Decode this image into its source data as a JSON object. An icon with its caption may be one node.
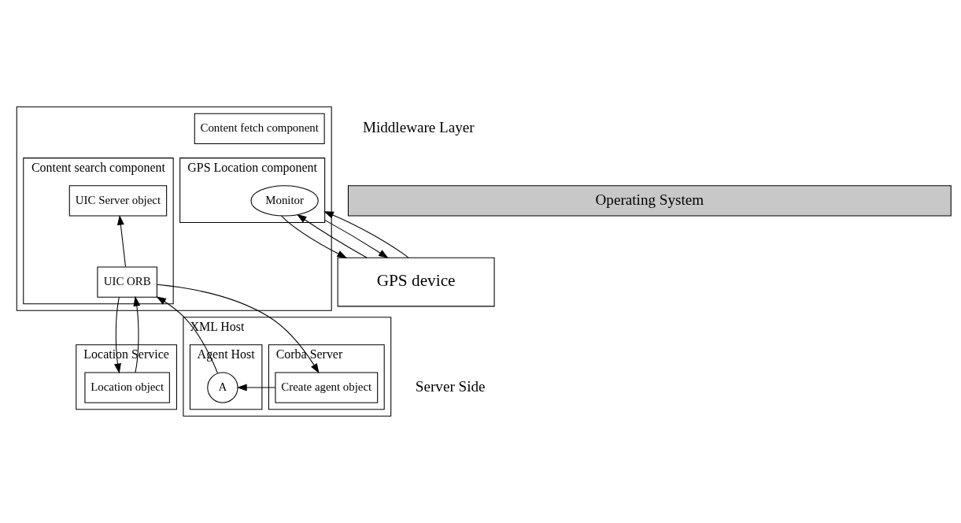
{
  "diagram": {
    "nodes": [
      {
        "text": [],
        "shape": "box"
      },
      {
        "text": [
          "GPS Location component"
        ],
        "in": 0
      },
      {
        "text": [
          "Monitor"
        ],
        "in": 1
      },
      {
        "text": [
          "Content search component"
        ],
        "in": 0
      },
      {
        "text": [
          "UIC Server object"
        ],
        "in": 3
      },
      {
        "text": [
          "UIC ORB"
        ],
        "in": 3
      },
      {
        "text": [
          "Content fetch component"
        ],
        "in": 0
      },
      {
        "text": [
          "Operating System"
        ]
      },
      {
        "text": [
          "GPS device"
        ]
      },
      {
        "text": [
          "XML Host"
        ]
      },
      {
        "text": [
          "Corba Server"
        ],
        "in": 9
      },
      {
        "text": [
          "Create agent object"
        ],
        "in": 10
      },
      {
        "text": [
          "Agent Host"
        ],
        "in": 9
      },
      {
        "text": [
          "A"
        ],
        "in": 12
      },
      {
        "text": [
          "Location Service"
        ]
      },
      {
        "text": [
          "Location object"
        ],
        "in": 14
      }
    ],
    "edges": [
      {
        "from": 2,
        "to": 8,
        "arrow": "to"
      },
      {
        "from": 8,
        "to": 2,
        "arrow": "to"
      },
      {
        "from": 1,
        "to": 8,
        "arrow": "to"
      },
      {
        "from": 8,
        "to": 1,
        "arrow": "to"
      },
      {
        "from": 5,
        "to": 4,
        "arrow": "to"
      },
      {
        "from": 5,
        "to": 11,
        "arrow": "to"
      },
      {
        "from": 11,
        "to": 13,
        "arrow": "to"
      },
      {
        "from": 13,
        "to": 5,
        "arrow": "to"
      },
      {
        "from": 5,
        "to": 15,
        "arrow": "to"
      },
      {
        "from": 15,
        "to": 5,
        "arrow": "to"
      }
    ],
    "labels": [
      "Middleware Layer",
      "Server Side"
    ]
  }
}
